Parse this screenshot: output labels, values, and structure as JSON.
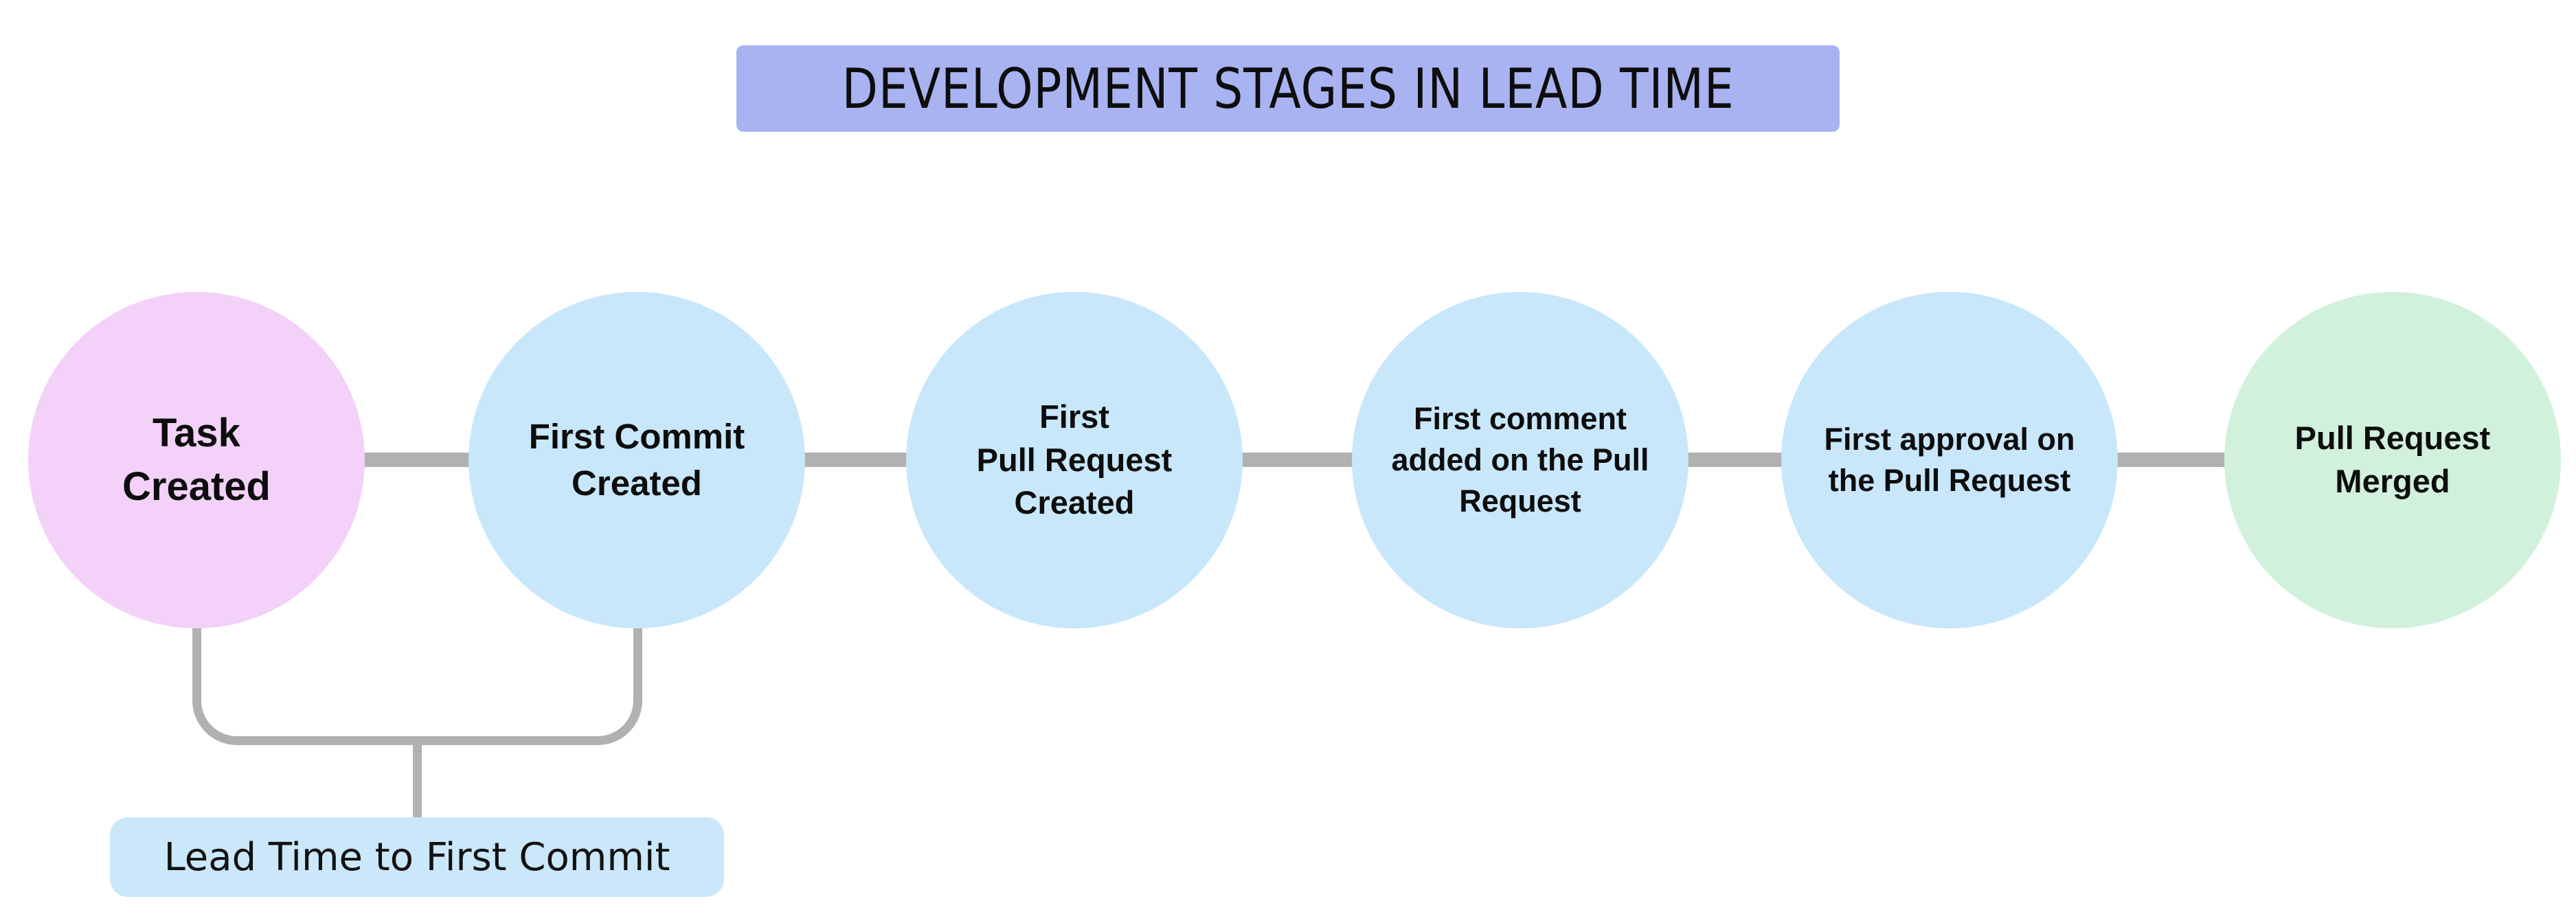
{
  "title": {
    "text": "DEVELOPMENT STAGES IN LEAD TIME",
    "bg_color": "#a9b3f1"
  },
  "stages": [
    {
      "label": "Task\nCreated",
      "color": "#f3d1f9"
    },
    {
      "label": "First Commit\nCreated",
      "color": "#c9e7fb"
    },
    {
      "label": "First\nPull Request\nCreated",
      "color": "#c9e7fb"
    },
    {
      "label": "First comment\nadded on the Pull\nRequest",
      "color": "#c9e7fb"
    },
    {
      "label": "First approval on\nthe Pull Request",
      "color": "#c9e7fb"
    },
    {
      "label": "Pull Request\nMerged",
      "color": "#d2f1dd"
    }
  ],
  "annotation": {
    "label": "Lead Time to First Commit",
    "bg_color": "#cbe8fa"
  },
  "connector_color": "#b1b1b1"
}
